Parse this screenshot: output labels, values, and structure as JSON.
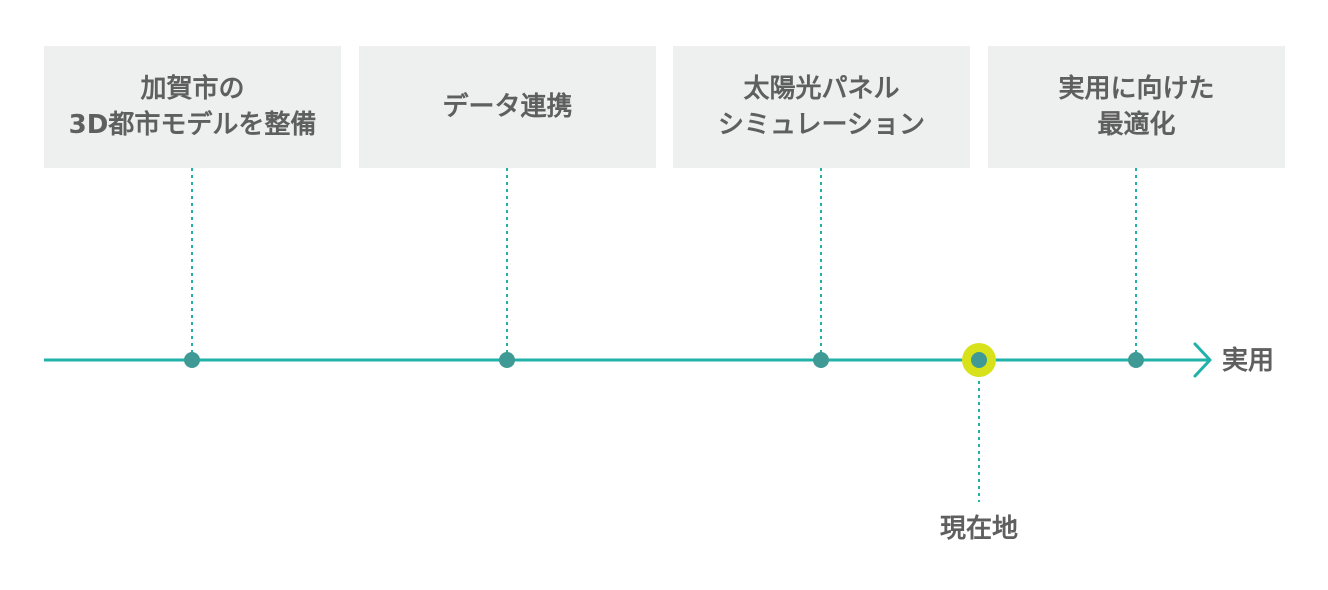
{
  "milestones": [
    {
      "label": "加賀市の\n3D都市モデルを整備"
    },
    {
      "label": "データ連携"
    },
    {
      "label": "太陽光パネル\nシミュレーション"
    },
    {
      "label": "実用に向けた\n最適化"
    }
  ],
  "timeline": {
    "end_label": "実用",
    "current_label": "現在地"
  },
  "colors": {
    "line": "#1fb2aa",
    "node": "#3f9a96",
    "box_bg": "#eef0f0",
    "current_highlight": "#d7e21a",
    "text": "#5f5f5f"
  }
}
